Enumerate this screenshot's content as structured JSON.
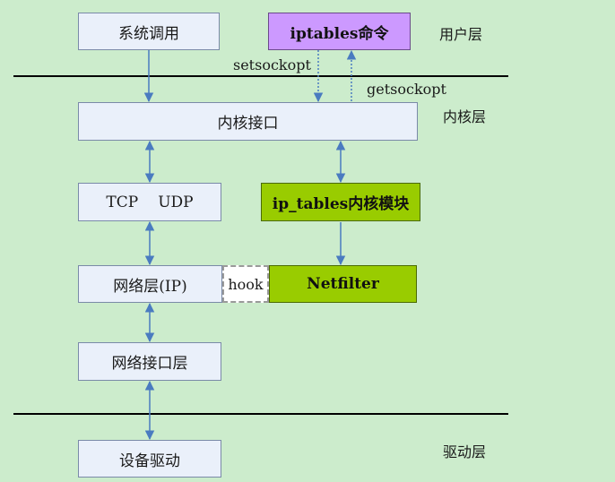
{
  "layers": {
    "user": "用户层",
    "kernel": "内核层",
    "driver": "驱动层"
  },
  "boxes": {
    "syscall": "系统调用",
    "iptables_cmd": "iptables命令",
    "kernel_interface": "内核接口",
    "tcp": "TCP",
    "udp": "UDP",
    "ip_tables_module": "ip_tables内核模块",
    "network_layer": "网络层(IP)",
    "hook": "hook",
    "netfilter": "Netfilter",
    "net_interface_layer": "网络接口层",
    "device_driver": "设备驱动"
  },
  "edges": {
    "setsockopt": "setsockopt",
    "getsockopt": "getsockopt"
  },
  "colors": {
    "background": "#cceccc",
    "box_fill": "#eaf0fa",
    "iptables_fill": "#cc99ff",
    "module_fill": "#99cc00",
    "arrow": "#4a7bc0"
  }
}
